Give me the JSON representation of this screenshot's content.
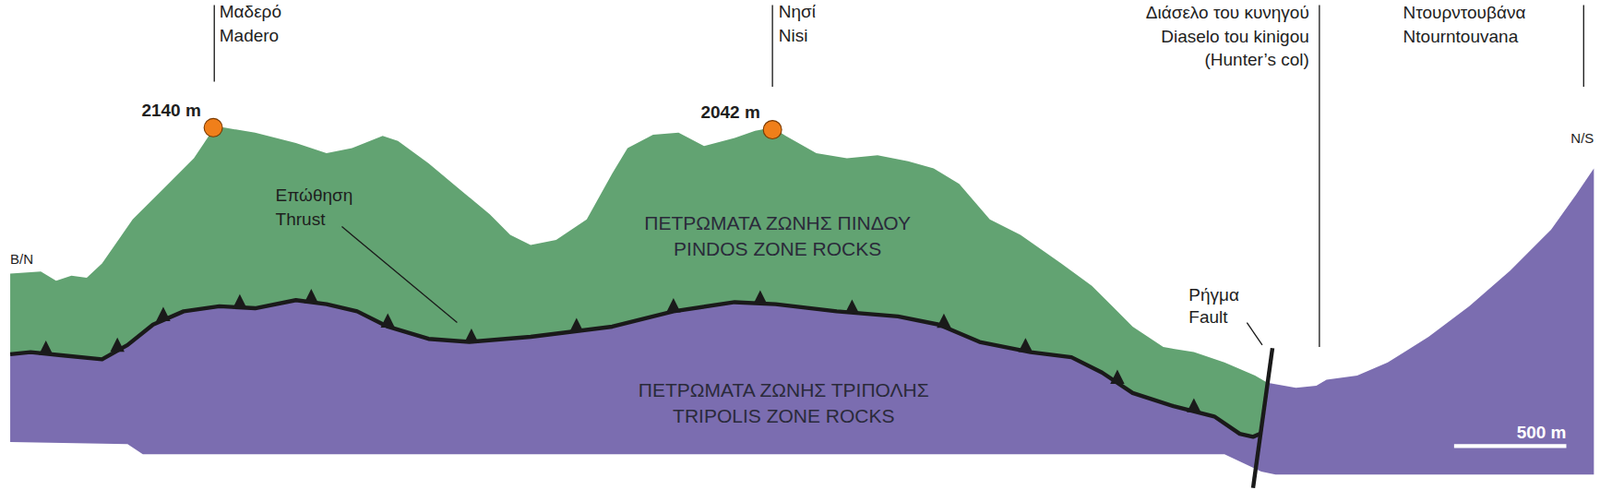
{
  "diagram": {
    "nodes": [
      {
        "text": [
          "ΠΕΤΡΩΜΑΤΑ ΖΩΝΗΣ ΠΙΝΔΟΥ",
          "PINDOS ZONE ROCKS"
        ]
      },
      {
        "text": [
          "ΠΕΤΡΩΜΑΤΑ ΖΩΝΗΣ ΤΡΙΠΟΛΗΣ",
          "TRIPOLIS ZONE ROCKS"
        ]
      }
    ],
    "labels": [
      "Μαδερό",
      "Madero",
      "2140 m",
      "Νησί",
      "Nisi",
      "2042 m",
      "Διάσελο του κυνηγού",
      "Diaselo tou kinigou",
      "(Hunter’s col)",
      "Ντουρντουβάνα",
      "Ntourntouvana",
      "Β/N",
      "Επώθηση",
      "Thrust",
      "Ρήγμα",
      "Fault",
      "Ν/S",
      "500 m"
    ]
  }
}
